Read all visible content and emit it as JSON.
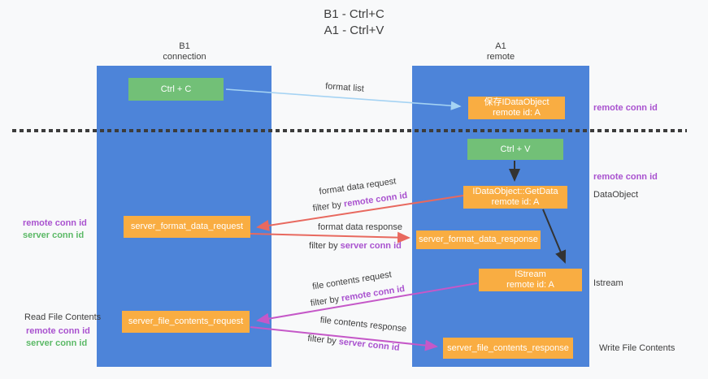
{
  "title": {
    "line1": "B1 - Ctrl+C",
    "line2": "A1 - Ctrl+V"
  },
  "columns": {
    "b1": {
      "name": "B1",
      "role": "connection"
    },
    "a1": {
      "name": "A1",
      "role": "remote"
    }
  },
  "nodes": {
    "ctrl_c": "Ctrl + C",
    "ctrl_v": "Ctrl + V",
    "store_idataobject": {
      "line1": "保存IDataObject",
      "line2": "remote id: A"
    },
    "getdata": {
      "line1": "IDataObject::GetData",
      "line2": "remote id: A"
    },
    "istream": {
      "line1": "IStream",
      "line2": "remote id: A"
    },
    "server_format_data_request": "server_format_data_request",
    "server_format_data_response": "server_format_data_response",
    "server_file_contents_request": "server_file_contents_request",
    "server_file_contents_response": "server_file_contents_response"
  },
  "side_labels": {
    "remote_conn_id": "remote conn id",
    "server_conn_id": "server conn id",
    "dataobject": "DataObject",
    "istream": "Istream",
    "read_file_contents": "Read File Contents",
    "write_file_contents": "Write File Contents"
  },
  "arrow_labels": {
    "format_list": "format list",
    "format_data_request": "format data request",
    "format_data_response": "format data response",
    "file_contents_request": "file contents request",
    "file_contents_response": "file contents response",
    "filter_by_prefix": "filter by ",
    "filter_remote": "remote conn id",
    "filter_server": "server conn id"
  },
  "colors": {
    "lane_blue": "#4d84d9",
    "node_green": "#72c077",
    "node_orange": "#f9ad42",
    "arrow_red": "#e8695f",
    "arrow_magenta": "#c558c8",
    "arrow_blue": "#a5d3f3",
    "arrow_black": "#333333",
    "label_purple": "#a952cf",
    "label_green": "#5bb966"
  }
}
